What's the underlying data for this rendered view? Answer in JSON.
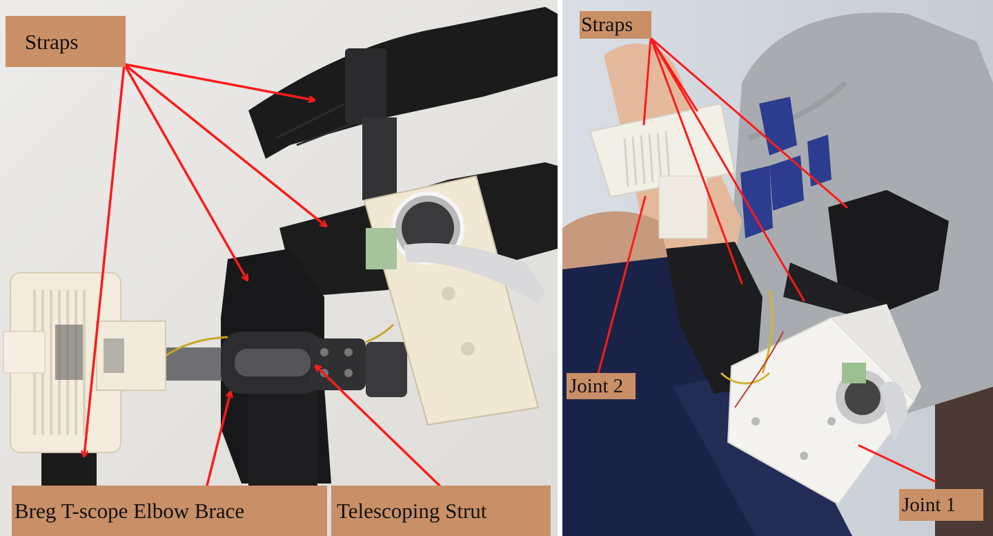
{
  "left_photo": {
    "labels": {
      "straps": "Straps",
      "brace": "Breg T-scope Elbow Brace",
      "strut": "Telescoping Strut"
    }
  },
  "right_photo": {
    "labels": {
      "straps": "Straps",
      "joint2": "Joint 2",
      "joint1": "Joint 1"
    }
  },
  "colors": {
    "label_background": "#c98f66",
    "arrow": "#ff1a1a",
    "background_left": "#e9e7e4",
    "strap": "#1b1b1c",
    "plastic": "#f1ead8"
  }
}
